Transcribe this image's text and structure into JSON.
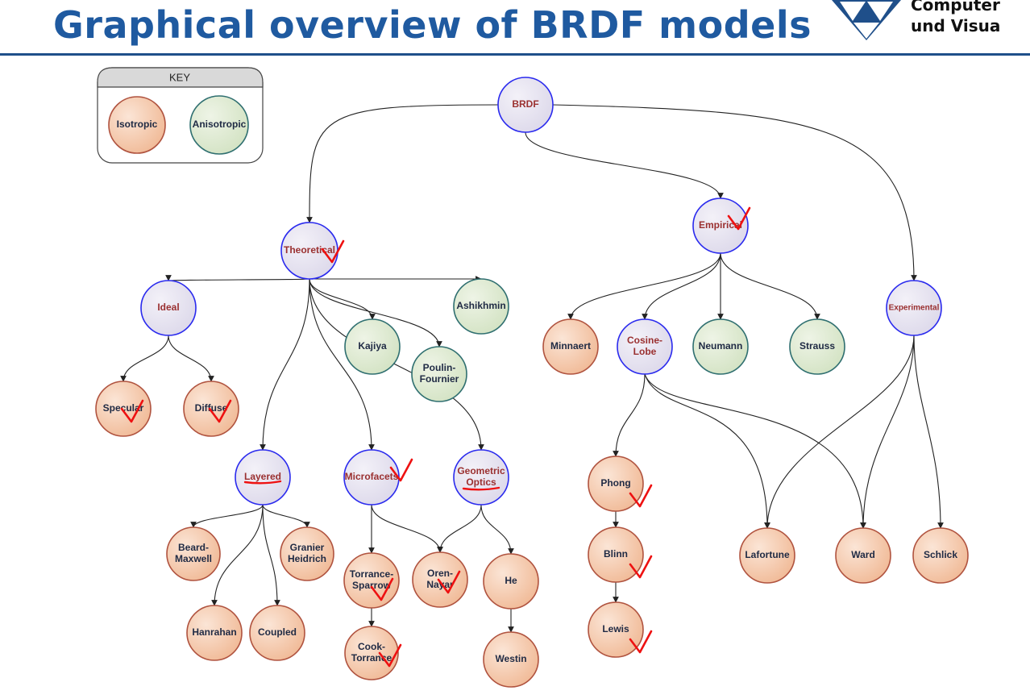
{
  "title": "Graphical overview of BRDF models",
  "logo": {
    "line1": "Computer",
    "line2": "und Visua"
  },
  "key": {
    "heading": "KEY",
    "items": [
      {
        "label": "Isotropic",
        "type": "isotropic"
      },
      {
        "label": "Anisotropic",
        "type": "anisotropic"
      }
    ]
  },
  "colors": {
    "category_fill": "#e6e3f0",
    "category_stroke": "#2a2aee",
    "category_text": "#9a3030",
    "isotropic_fill": "#f4c9ac",
    "isotropic_stroke": "#b0533f",
    "anisotropic_fill": "#dce8cf",
    "anisotropic_stroke": "#2f6f70",
    "leaf_text": "#1f2a44",
    "edge": "#222222",
    "checkmark": "#ee1111",
    "title": "#1f5aa0"
  },
  "nodes": [
    {
      "id": "brdf",
      "lines": [
        "BRDF"
      ],
      "type": "category"
    },
    {
      "id": "theoretical",
      "lines": [
        "Theoretical"
      ],
      "type": "category",
      "checked": true
    },
    {
      "id": "empirical",
      "lines": [
        "Empirical"
      ],
      "type": "category",
      "checked": true
    },
    {
      "id": "experimental",
      "lines": [
        "Experimental"
      ],
      "type": "category"
    },
    {
      "id": "ideal",
      "lines": [
        "Ideal"
      ],
      "type": "category"
    },
    {
      "id": "specular",
      "lines": [
        "Specular"
      ],
      "type": "isotropic",
      "checked": true
    },
    {
      "id": "diffuse",
      "lines": [
        "Diffuse"
      ],
      "type": "isotropic",
      "checked": true
    },
    {
      "id": "kajiya",
      "lines": [
        "Kajiya"
      ],
      "type": "anisotropic"
    },
    {
      "id": "poulin",
      "lines": [
        "Poulin-",
        "Fournier"
      ],
      "type": "anisotropic"
    },
    {
      "id": "ashikhmin",
      "lines": [
        "Ashikhmin"
      ],
      "type": "anisotropic"
    },
    {
      "id": "layered",
      "lines": [
        "Layered"
      ],
      "type": "category",
      "underlined": true
    },
    {
      "id": "microfacets",
      "lines": [
        "Microfacets"
      ],
      "type": "category",
      "checked": true
    },
    {
      "id": "geometric",
      "lines": [
        "Geometric",
        "Optics"
      ],
      "type": "category",
      "underlined": true
    },
    {
      "id": "beard",
      "lines": [
        "Beard-",
        "Maxwell"
      ],
      "type": "isotropic"
    },
    {
      "id": "granier",
      "lines": [
        "Granier",
        "Heidrich"
      ],
      "type": "isotropic"
    },
    {
      "id": "hanrahan",
      "lines": [
        "Hanrahan"
      ],
      "type": "isotropic"
    },
    {
      "id": "coupled",
      "lines": [
        "Coupled"
      ],
      "type": "isotropic"
    },
    {
      "id": "torrance",
      "lines": [
        "Torrance-",
        "Sparrow"
      ],
      "type": "isotropic",
      "checked": true
    },
    {
      "id": "oren",
      "lines": [
        "Oren-",
        "Nayar"
      ],
      "type": "isotropic",
      "checked": true
    },
    {
      "id": "he",
      "lines": [
        "He"
      ],
      "type": "isotropic"
    },
    {
      "id": "cook",
      "lines": [
        "Cook-",
        "Torrance"
      ],
      "type": "isotropic",
      "checked": true
    },
    {
      "id": "westin",
      "lines": [
        "Westin"
      ],
      "type": "isotropic"
    },
    {
      "id": "minnaert",
      "lines": [
        "Minnaert"
      ],
      "type": "isotropic"
    },
    {
      "id": "cosine",
      "lines": [
        "Cosine-",
        "Lobe"
      ],
      "type": "category"
    },
    {
      "id": "neumann",
      "lines": [
        "Neumann"
      ],
      "type": "anisotropic"
    },
    {
      "id": "strauss",
      "lines": [
        "Strauss"
      ],
      "type": "anisotropic"
    },
    {
      "id": "phong",
      "lines": [
        "Phong"
      ],
      "type": "isotropic",
      "checked": true
    },
    {
      "id": "blinn",
      "lines": [
        "Blinn"
      ],
      "type": "isotropic",
      "checked": true
    },
    {
      "id": "lewis",
      "lines": [
        "Lewis"
      ],
      "type": "isotropic",
      "checked": true
    },
    {
      "id": "lafortune",
      "lines": [
        "Lafortune"
      ],
      "type": "isotropic"
    },
    {
      "id": "ward",
      "lines": [
        "Ward"
      ],
      "type": "isotropic"
    },
    {
      "id": "schlick",
      "lines": [
        "Schlick"
      ],
      "type": "isotropic"
    }
  ],
  "edges": [
    [
      "brdf",
      "theoretical"
    ],
    [
      "brdf",
      "empirical"
    ],
    [
      "brdf",
      "experimental"
    ],
    [
      "theoretical",
      "ideal"
    ],
    [
      "theoretical",
      "kajiya"
    ],
    [
      "theoretical",
      "poulin"
    ],
    [
      "theoretical",
      "ashikhmin"
    ],
    [
      "theoretical",
      "layered"
    ],
    [
      "theoretical",
      "microfacets"
    ],
    [
      "theoretical",
      "geometric"
    ],
    [
      "ideal",
      "specular"
    ],
    [
      "ideal",
      "diffuse"
    ],
    [
      "layered",
      "beard"
    ],
    [
      "layered",
      "granier"
    ],
    [
      "layered",
      "hanrahan"
    ],
    [
      "layered",
      "coupled"
    ],
    [
      "microfacets",
      "torrance"
    ],
    [
      "microfacets",
      "oren"
    ],
    [
      "geometric",
      "oren"
    ],
    [
      "geometric",
      "he"
    ],
    [
      "torrance",
      "cook"
    ],
    [
      "he",
      "westin"
    ],
    [
      "empirical",
      "minnaert"
    ],
    [
      "empirical",
      "cosine"
    ],
    [
      "empirical",
      "neumann"
    ],
    [
      "empirical",
      "strauss"
    ],
    [
      "cosine",
      "phong"
    ],
    [
      "cosine",
      "lafortune"
    ],
    [
      "cosine",
      "ward"
    ],
    [
      "phong",
      "blinn"
    ],
    [
      "blinn",
      "lewis"
    ],
    [
      "experimental",
      "lafortune"
    ],
    [
      "experimental",
      "ward"
    ],
    [
      "experimental",
      "schlick"
    ]
  ]
}
